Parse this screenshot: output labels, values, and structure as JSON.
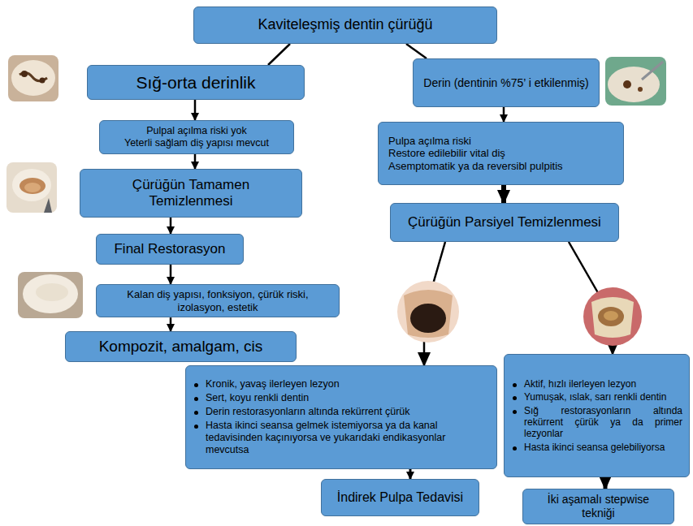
{
  "diagram": {
    "nodes": [
      {
        "text": [
          "Kaviteleşmiş dentin çürüğü"
        ]
      },
      {
        "text": [
          "Sığ-orta derinlik"
        ]
      },
      {
        "text": [
          "Pulpal açılma riski yok",
          "Yeterli sağlam diş yapısı mevcut"
        ]
      },
      {
        "text": [
          "Derin (dentinin %75’ i etkilenmiş)"
        ]
      },
      {
        "text": [
          "Pulpa açılma riski",
          "Restore edilebilir vital diş",
          "Asemptomatik ya da reversibl pulpitis"
        ]
      },
      {
        "text": [
          "Çürüğün Tamamen Temizlenmesi"
        ]
      },
      {
        "text": [
          "Çürüğün Parsiyel Temizlenmesi"
        ]
      },
      {
        "text": [
          "Final Restorasyon"
        ]
      },
      {
        "text": [
          "Kalan diş yapısı, fonksiyon, çürük riski, izolasyon, estetik"
        ]
      },
      {
        "text": [
          "Kompozit, amalgam, cis"
        ]
      },
      {
        "text": [
          "Kronik, yavaş ilerleyen lezyon",
          "Sert, koyu renkli dentin",
          "Derin restorasyonların altında rekürrent çürük",
          "Hasta ikinci seansa gelmek istemiyorsa ya da kanal tedavisinden kaçınıyorsa ve yukarıdaki endikasyonlar mevcutsa"
        ]
      },
      {
        "text": [
          "Aktif, hızlı ilerleyen lezyon",
          "Yumuşak, ıslak, sarı renkli dentin",
          "Sığ restorasyonların altında rekürrent çürük ya da primer lezyonlar",
          "Hasta ikinci seansa gelebiliyorsa"
        ]
      },
      {
        "text": [
          "İndirek Pulpa Tedavisi"
        ]
      },
      {
        "text": [
          "İki aşamalı stepwise tekniği"
        ]
      }
    ],
    "edges": [
      {
        "from": 0,
        "to": 1,
        "arrow": "none"
      },
      {
        "from": 0,
        "to": 3,
        "arrow": "none"
      },
      {
        "from": 1,
        "to": 2,
        "arrow": "to"
      },
      {
        "from": 2,
        "to": 5,
        "arrow": "to"
      },
      {
        "from": 5,
        "to": 7,
        "arrow": "to"
      },
      {
        "from": 7,
        "to": 8,
        "arrow": "to"
      },
      {
        "from": 8,
        "to": 9,
        "arrow": "to"
      },
      {
        "from": 3,
        "to": 4,
        "arrow": "to"
      },
      {
        "from": 4,
        "to": 6,
        "arrow": "to"
      },
      {
        "from": 6,
        "to": 10,
        "arrow": "to"
      },
      {
        "from": 6,
        "to": 11,
        "arrow": "to"
      },
      {
        "from": 10,
        "to": 12,
        "arrow": "to"
      },
      {
        "from": 11,
        "to": 13,
        "arrow": "to"
      }
    ]
  }
}
